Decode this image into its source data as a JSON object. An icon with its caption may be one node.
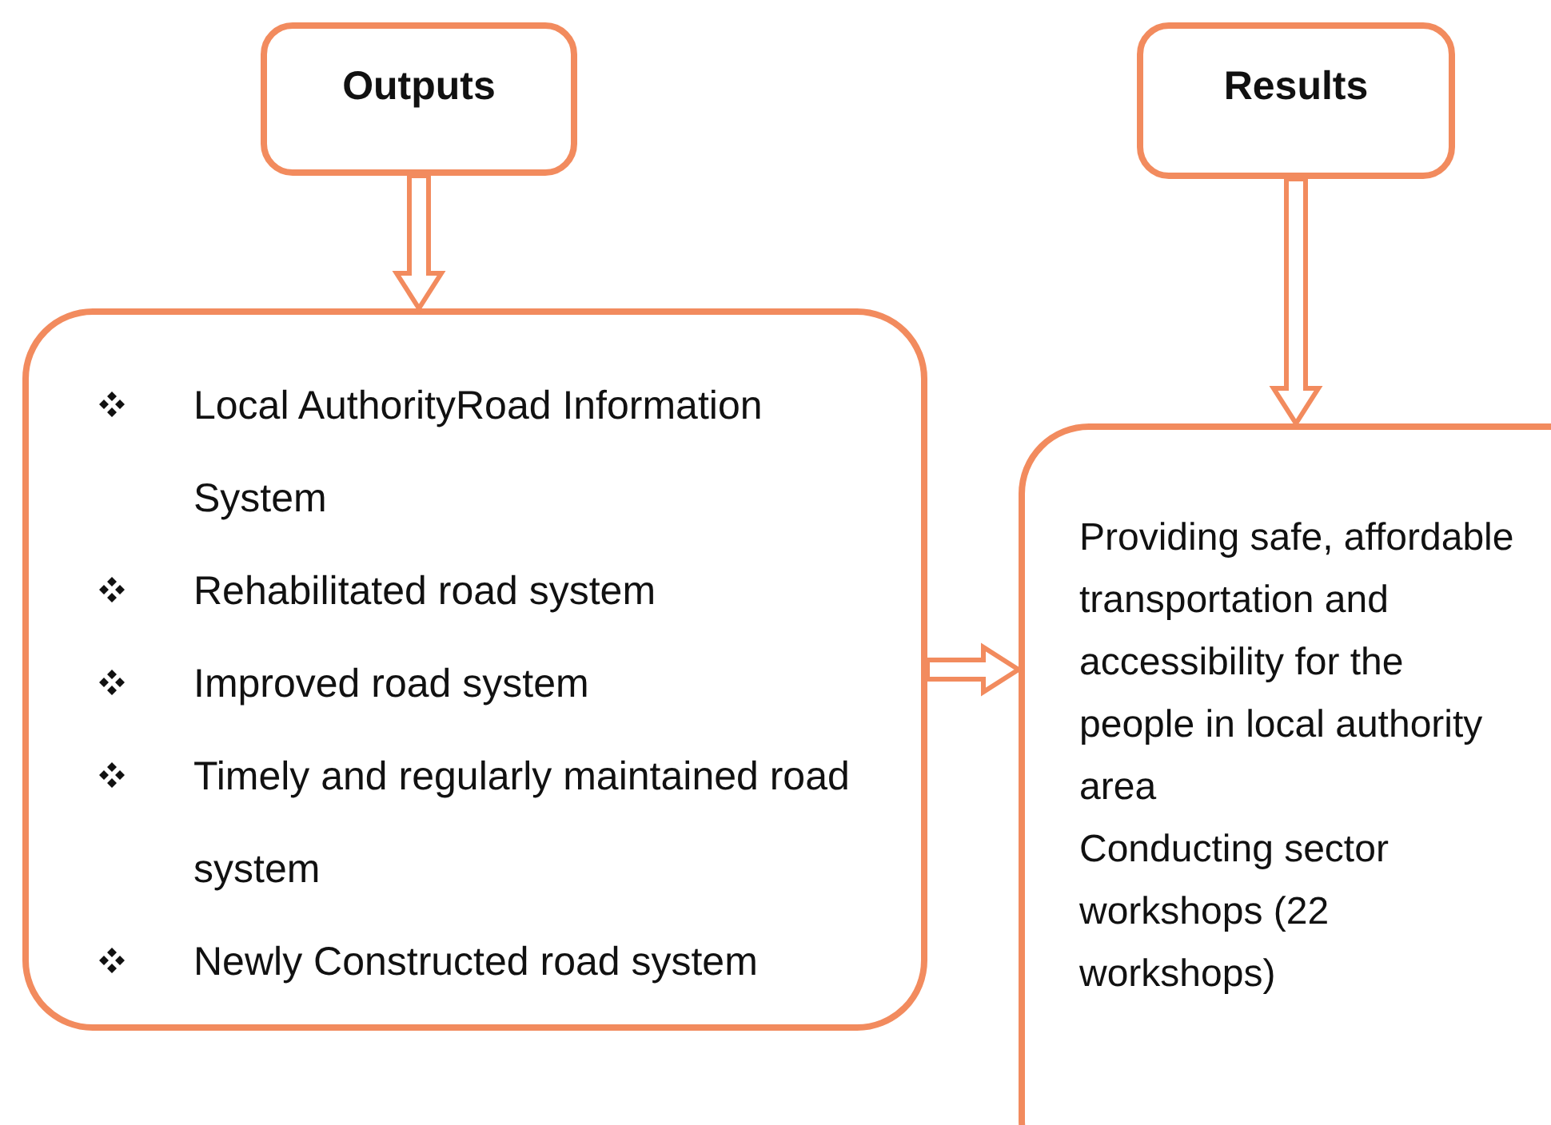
{
  "diagram": {
    "nodes": [
      {
        "text": [
          "Outputs"
        ]
      },
      {
        "text": [
          "Results"
        ]
      },
      {
        "text": [
          "Local AuthorityRoad Information System",
          "Rehabilitated road system",
          "Improved road system",
          "Timely and regularly maintained road system",
          "Newly Constructed road system"
        ]
      },
      {
        "text": [
          "Providing safe, affordable transportation and accessibility for the people in local authority area",
          "Conducting sector workshops (22 workshops)"
        ]
      }
    ],
    "edges": [
      {
        "from": 0,
        "to": 2,
        "arrow": "to"
      },
      {
        "from": 1,
        "to": 3,
        "arrow": "to"
      },
      {
        "from": 2,
        "to": 3,
        "arrow": "to"
      }
    ]
  }
}
